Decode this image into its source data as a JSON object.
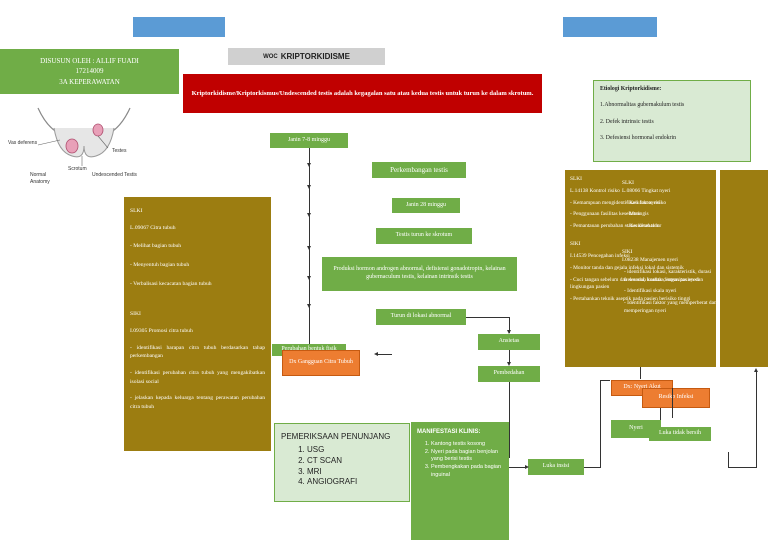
{
  "author": {
    "line1": "DISUSUN OLEH : ALLIF FUADI",
    "line2": "17214009",
    "line3": "3A KEPERAWATAN"
  },
  "anatomy": {
    "vas_deferens": "Vas deferens",
    "scrotum": "Scrotum",
    "testes": "Testes",
    "normal": "Normal Anatomy",
    "undescended": "Undescended Testis"
  },
  "title": {
    "prefix": "WOC",
    "main": "KRIPTORKIDISME"
  },
  "definition": "Kriptorkidisme/Kriptorkismus/Undescended testis adalah kegagalan satu atau kedua testis untuk turun ke dalam skrotum.",
  "flow": {
    "week7": "Janin 7-8 minggu",
    "development": "Perkembangan testis",
    "week28": "Janin 28 minggu",
    "descent": "Testis turun ke skrotum",
    "hormone": "Produksi hormon androgen abnormal, defisiensi gonadotropin, kelainan gubernaculum testis, kelainan intrinsik testis",
    "abnormal": "Turun di lokasi abnormal",
    "anxiety": "Ansietas",
    "surgery": "Pembedahan",
    "body_image": "Perubahan bentuk fisik",
    "dx_body": "Dx Gangguan Citra Tubuh",
    "wound": "Luka insisi"
  },
  "slki_left": {
    "heading": "SLKI",
    "code": "L.09067 Citra tubuh",
    "items": [
      "- Melihat bagian tubuh",
      "- Menyentuh bagian tubuh",
      "- Verbalisasi kecacatan bagian tubuh"
    ]
  },
  "siki_left": {
    "heading": "SIKI",
    "code": "I.09305 Promosi citra tubuh",
    "items": [
      "- identifikasi harapan citra tubuh berdasarkan tahap perkembangan",
      "- identifikasi perubahan citra tubuh yang mengakibatkan isolasi social",
      "- jelaskan kepada keluarga tentang perawatan perubahan citra tubuh"
    ]
  },
  "exam": {
    "heading": "PEMERIKSAAN PENUNJANG",
    "items": [
      "USG",
      "CT SCAN",
      "MRI",
      "ANGIOGRAFI"
    ]
  },
  "clinical": {
    "heading": "MANIFESTASI KLINIS:",
    "items": [
      "Kantong testis kosong",
      "Nyeri pada bagian benjolan yang berisi testis",
      "Pembengkakan pada bagian inguinal"
    ]
  },
  "etiology": {
    "heading": "Etiologi Kriptorkidisme:",
    "items": [
      "1.Abnormalitas gubernakulum testis",
      "2. Defek intrinsic testis",
      "3. Defesiensi hormonal endokrin"
    ]
  },
  "right_a": {
    "slki_heading": "SLKI",
    "slki_code": "L.14138 Kontrol risiko",
    "slki_items": [
      "- Kemampuan mengidentifikasi faktor risiko",
      "- Penggunaan fasilitas kesehatan",
      "- Pemantauan perubahan status kesehatan"
    ],
    "siki_heading": "SIKI",
    "siki_code": "I.14539 Pencegahan infeksi",
    "siki_items": [
      "- Monitor tanda dan gejala infeksi lokal dan sistemik",
      "- Cuci tangan sebelum dan sesudah kontak dengan pasien dan lingkungan pasien",
      "- Pertahankan teknik aseptik pada pasien berisiko tinggi"
    ]
  },
  "right_b": {
    "slki_heading": "SLKI",
    "slki_code": "L.08066 Tingkat nyeri",
    "slki_items": [
      "- Keluhan nyeri",
      "- Meringis",
      "- Kesulitan tidur"
    ],
    "siki_heading": "SIKI",
    "siki_code": "I.08238 Manajemen nyeri",
    "siki_items": [
      "- identifikasi lokasi, karakteristik, durasi frekuensi, kualitas, intensitas nyeri",
      "- Identifikasi skala nyeri",
      "- Identifikasi faktor yang memperberat dan memperingan nyeri"
    ]
  },
  "dx_infection": "Dx: Nyeri Akut",
  "risk_infection": "Resiko Infeksi",
  "pain_label": "Nyeri",
  "wound_bad": "Luka tidak bersih"
}
